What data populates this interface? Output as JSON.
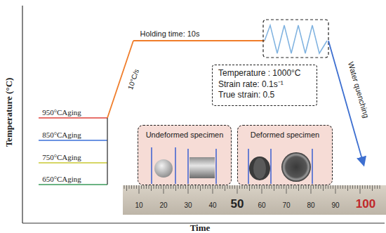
{
  "diagram": {
    "nodes": [
      {
        "text": [
          "Temperature : 1000°C",
          "Strain rate: 0.1s⁻¹",
          "True strain: 0.5"
        ]
      },
      {
        "text": [
          "Undeformed specimen"
        ]
      },
      {
        "text": [
          "Deformed specimen"
        ]
      }
    ],
    "labels": [
      "Temperature (°C)",
      "Time",
      "950°CAging",
      "850°CAging",
      "750°CAging",
      "650°CAging",
      "Holding time: 10s",
      "10°C/s",
      "Water quenching",
      "10",
      "20",
      "30",
      "40",
      "50",
      "60",
      "70",
      "80",
      "90",
      "100"
    ]
  }
}
